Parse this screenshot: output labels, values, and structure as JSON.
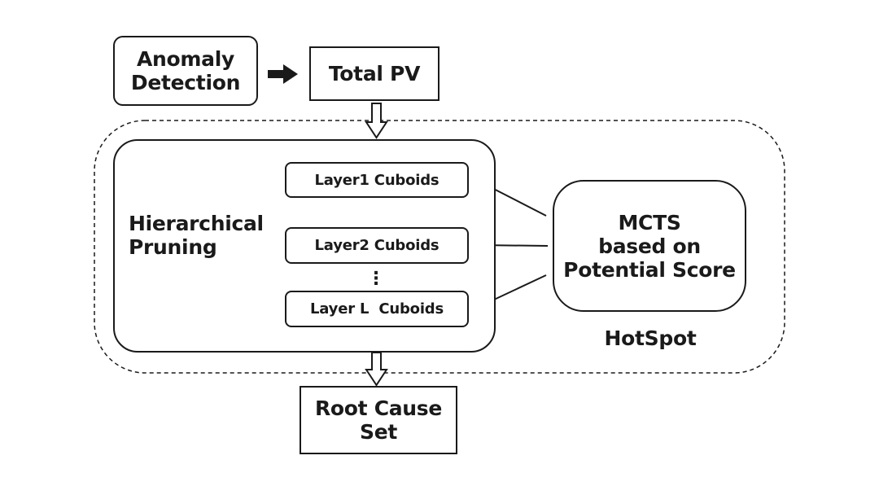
{
  "nodes": {
    "anomaly_detection": "Anomaly\nDetection",
    "total_pv": "Total PV",
    "hierarchical_pruning": "Hierarchical\nPruning",
    "layer1": "Layer1 Cuboids",
    "layer2": "Layer2 Cuboids",
    "ellipsis": "⋮",
    "layer_l": "Layer L  Cuboids",
    "mcts": "MCTS\nbased on\nPotential Score",
    "hotspot": "HotSpot",
    "root_cause": "Root Cause\nSet"
  },
  "colors": {
    "stroke": "#1a1a1a",
    "background": "#ffffff"
  }
}
